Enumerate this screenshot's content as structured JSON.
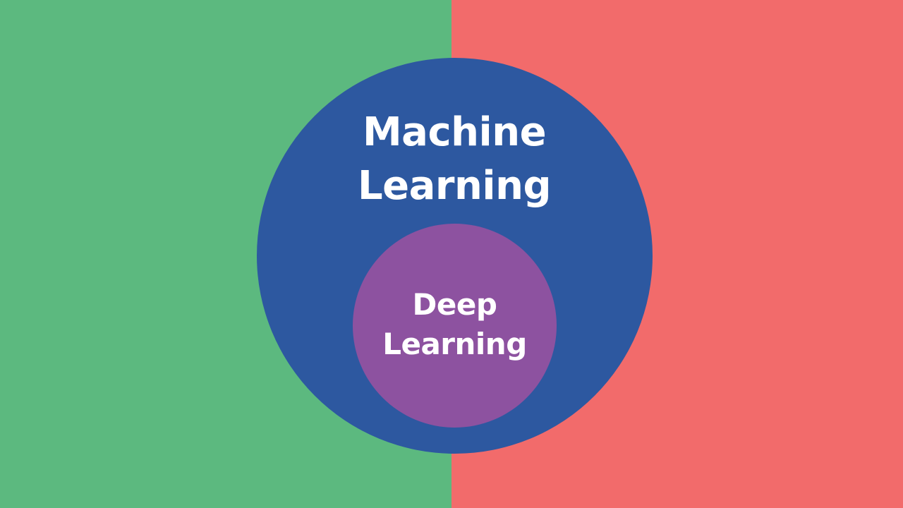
{
  "diagram": {
    "type": "nested-venn",
    "background": {
      "left_color": "#5cb97f",
      "right_color": "#f26b6b"
    },
    "outer_circle": {
      "color": "#2d58a0",
      "label_lines": [
        "Machine",
        "Learning"
      ]
    },
    "inner_circle": {
      "color": "#8d52a0",
      "label_lines": [
        "Deep",
        "Learning"
      ]
    }
  }
}
